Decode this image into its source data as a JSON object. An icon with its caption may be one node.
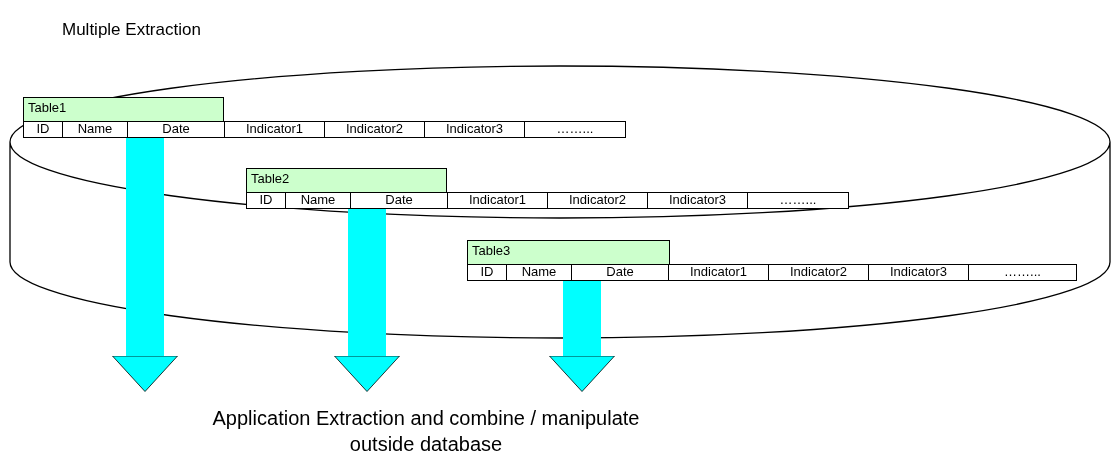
{
  "diagram": {
    "title": "Multiple Extraction",
    "nodes": [
      {
        "text": [],
        "shape": "cylinder"
      },
      {
        "text": [
          "Table1",
          "ID",
          "Name",
          "Date",
          "Indicator1",
          "Indicator2",
          "Indicator3",
          "……..."
        ],
        "in": 0
      },
      {
        "text": [
          "Table2",
          "ID",
          "Name",
          "Date",
          "Indicator1",
          "Indicator2",
          "Indicator3",
          "……..."
        ],
        "in": 0
      },
      {
        "text": [
          "Table3",
          "ID",
          "Name",
          "Date",
          "Indicator1",
          "Indicator2",
          "Indicator3",
          "……..."
        ],
        "in": 0
      },
      {
        "text": [
          "Application Extraction and combine / manipulate outside database"
        ]
      }
    ],
    "edges": [
      {
        "from": 1,
        "to": 4,
        "arrow": "to"
      },
      {
        "from": 2,
        "to": 4,
        "arrow": "to"
      },
      {
        "from": 3,
        "to": 4,
        "arrow": "to"
      }
    ]
  }
}
